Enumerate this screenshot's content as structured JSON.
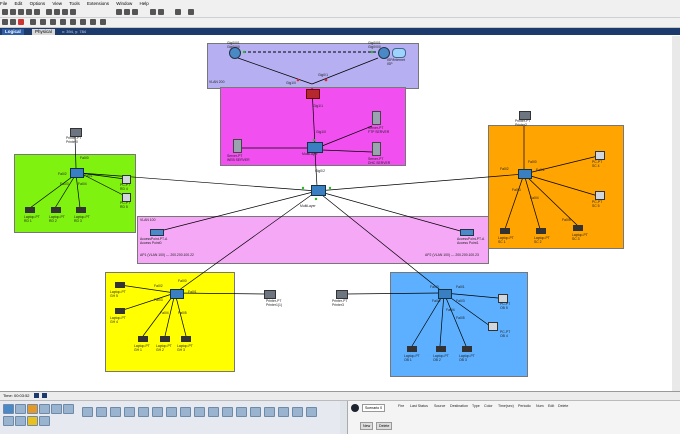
{
  "menu": [
    "File",
    "Edit",
    "Options",
    "View",
    "Tools",
    "Extensions",
    "Window",
    "Help"
  ],
  "tabs": {
    "logical": "Logical",
    "physical": "Physical",
    "coords": "x: 394, y: 784"
  },
  "zones": {
    "vlan200_label": "VLAN 200",
    "vlan100_label": "VLAN 100",
    "ap_left": "AP1 (VLAN 100) --- 200.200.100.22",
    "ap_right": "AP2 (VLAN 100) --- 200.200.100.23"
  },
  "devices": {
    "router_left": "Gig0/0/1\nGig0/0/0",
    "router_right": "Gig0/0/1\nGig0/0/0",
    "isp_label": "ISP/Internet\nISP",
    "gig_a": "Gig1/0",
    "gig_b": "Gig0/1",
    "gig_c": "Gig0/2",
    "firewall": "Gig1/1",
    "core_sw": "Gig1/0",
    "server_left": "Server-PT\nWEB SERVER",
    "server_r1": "Server-PT\nFTP SERVER",
    "server_r2": "Server-PT\nDHC SERVER",
    "core_label": "MultiLayer",
    "dist_label": "MultiLayer",
    "printer_green": "Printer-PT\nPrinter0",
    "printer_orange": "Printer-PT\nPrinter2",
    "printer_yellow": "Printer-PT\nPrinter1(1)",
    "printer_blue": "Printer-PT\nPrinter3",
    "ap1": "AccessPoint-PT-A\nAccess Point0",
    "ap2": "AccessPoint-PT-A\nAccess Point1"
  },
  "green": {
    "fa0": "Fa0/0",
    "fa1": "Fa0/1",
    "fa2": "Fa0/2",
    "fa3": "Fa0/3",
    "fa4": "Fa0/4",
    "pc1": "PC-PT\nRD 4",
    "pc2": "PC-PT\nRD 5",
    "lap1": "Laptop-PT\nRD 1",
    "lap2": "Laptop-PT\nRD 2",
    "lap3": "Laptop-PT\nRD 3"
  },
  "orange": {
    "fa0": "Fa0/0",
    "fa1": "Fa0/1",
    "fa2": "Fa0/2",
    "fa3": "Fa0/3",
    "fa4": "Fa0/4",
    "fa5": "Fa0/5",
    "pc1": "PC-PT\nSC 4",
    "pc2": "PC-PT\nSC 5",
    "lap1": "Laptop-PT\nSC 1",
    "lap2": "Laptop-PT\nSC 2",
    "lap3": "Laptop-PT\nSC 3"
  },
  "yellow": {
    "fa0": "Fa0/0",
    "fa1": "Fa0/1",
    "fa2": "Fa0/2",
    "fa3": "Fa0/3",
    "fa4": "Fa0/4",
    "fa5": "Fa0/5",
    "lap1": "Laptop-PT\nGH 5",
    "lap2": "Laptop-PT\nGH 4",
    "lap3": "Laptop-PT\nGH 1",
    "lap4": "Laptop-PT\nGH 2",
    "lap5": "Laptop-PT\nGH 3"
  },
  "blue": {
    "fa0": "Fa0/0",
    "fa1": "Fa0/1",
    "fa2": "Fa0/2",
    "fa3": "Fa0/3",
    "fa4": "Fa0/4",
    "fa5": "Fa0/5",
    "pc1": "PC-PT\nOB 5",
    "pc2": "PC-PT\nOB 4",
    "lap1": "Laptop-PT\nOB 1",
    "lap2": "Laptop-PT\nOB 2",
    "lap3": "Laptop-PT\nOB 3"
  },
  "bottom": {
    "time": "Time: 00:03:52",
    "scenario": "Scenario 0",
    "new": "New",
    "delete": "Delete",
    "cols": [
      "Fire",
      "Last Status",
      "Source",
      "Destination",
      "Type",
      "Color",
      "Time(sec)",
      "Periodic",
      "Num",
      "Edit",
      "Delete"
    ]
  },
  "colors": {
    "purple": "#b6b0f2",
    "magenta": "#f24ff0",
    "green": "#7ff20f",
    "orange": "#ffa400",
    "pink": "#f5a8f5",
    "yellow": "#ffff00",
    "blue": "#5cb0ff",
    "link": "#000000"
  }
}
